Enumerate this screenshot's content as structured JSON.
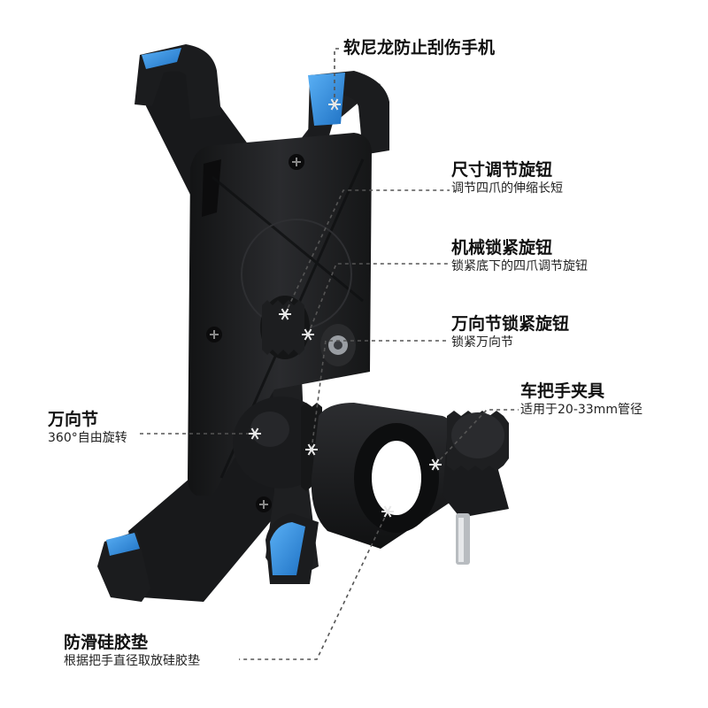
{
  "callouts": {
    "nylon": {
      "title": "软尼龙防止刮伤手机"
    },
    "size_knob": {
      "title": "尺寸调节旋钮",
      "desc": "调节四爪的伸缩长短"
    },
    "mech_lock": {
      "title": "机械锁紧旋钮",
      "desc": "锁紧底下的四爪调节旋钮"
    },
    "joint_lock": {
      "title": "万向节锁紧旋钮",
      "desc": "锁紧万向节"
    },
    "clamp": {
      "title": "车把手夹具",
      "desc": "适用于20-33mm管径"
    },
    "universal_joint": {
      "title": "万向节",
      "desc": "360°自由旋转"
    },
    "anti_slip": {
      "title": "防滑硅胶垫",
      "desc": "根据把手直径取放硅胶垫"
    }
  },
  "colors": {
    "body": "#1c1d1f",
    "accent_blue": "#2f8fe0",
    "leader": "#555555"
  }
}
